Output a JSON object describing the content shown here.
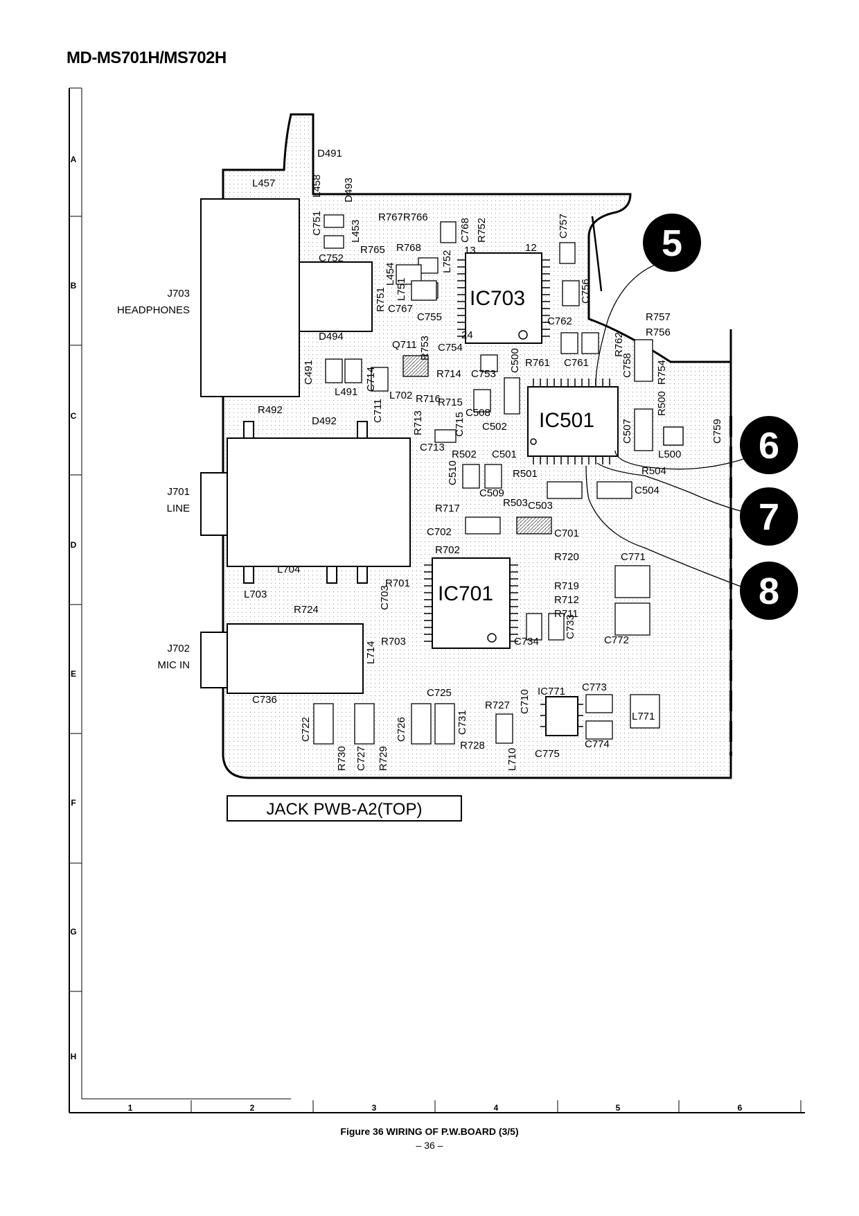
{
  "header": {
    "model": "MD-MS701H/MS702H"
  },
  "grid": {
    "rows": [
      "A",
      "B",
      "C",
      "D",
      "E",
      "F",
      "G",
      "H"
    ],
    "columns": [
      "1",
      "2",
      "3",
      "4",
      "5",
      "6"
    ]
  },
  "jacks": [
    {
      "ref": "J703",
      "name": "HEADPHONES"
    },
    {
      "ref": "J701",
      "name": "LINE"
    },
    {
      "ref": "J702",
      "name": "MIC IN"
    }
  ],
  "ics": [
    "IC703",
    "IC501",
    "IC701",
    "IC771"
  ],
  "callouts": [
    "5",
    "6",
    "7",
    "8"
  ],
  "components": [
    "D491",
    "L457",
    "L458",
    "D493",
    "C751",
    "L453",
    "R767R766",
    "C768",
    "R752",
    "C757",
    "C752",
    "R765",
    "R768",
    "L752",
    "13",
    "12",
    "L454",
    "L751",
    "R751",
    "C767",
    "C755",
    "C756",
    "R757",
    "R756",
    "D494",
    "24",
    "C762",
    "Q711",
    "R753",
    "C754",
    "C500",
    "R761",
    "C761",
    "R762",
    "C491",
    "L491",
    "C714",
    "R714",
    "C753",
    "C758",
    "R754",
    "R492",
    "L702",
    "R716",
    "C508",
    "R500",
    "C759",
    "D492",
    "C711",
    "R713",
    "R715",
    "C715",
    "C502",
    "C507",
    "L500",
    "C713",
    "R502",
    "C501",
    "R504",
    "C510",
    "R501",
    "C509",
    "R503",
    "C504",
    "R717",
    "C503",
    "C702",
    "C701",
    "R702",
    "R720",
    "C771",
    "L704",
    "R701",
    "R719",
    "R712",
    "L703",
    "C703",
    "R711",
    "R724",
    "L714",
    "R703",
    "C734",
    "C733",
    "C772",
    "C725",
    "C710",
    "C773",
    "C736",
    "R727",
    "L771",
    "C731",
    "C722",
    "C726",
    "C774",
    "R728",
    "C775",
    "R730",
    "C727",
    "R729",
    "L710"
  ],
  "board": {
    "name": "JACK PWB-A2(TOP)"
  },
  "figure": {
    "caption": "Figure 36  WIRING OF P.W.BOARD (3/5)",
    "page": "– 36 –"
  }
}
